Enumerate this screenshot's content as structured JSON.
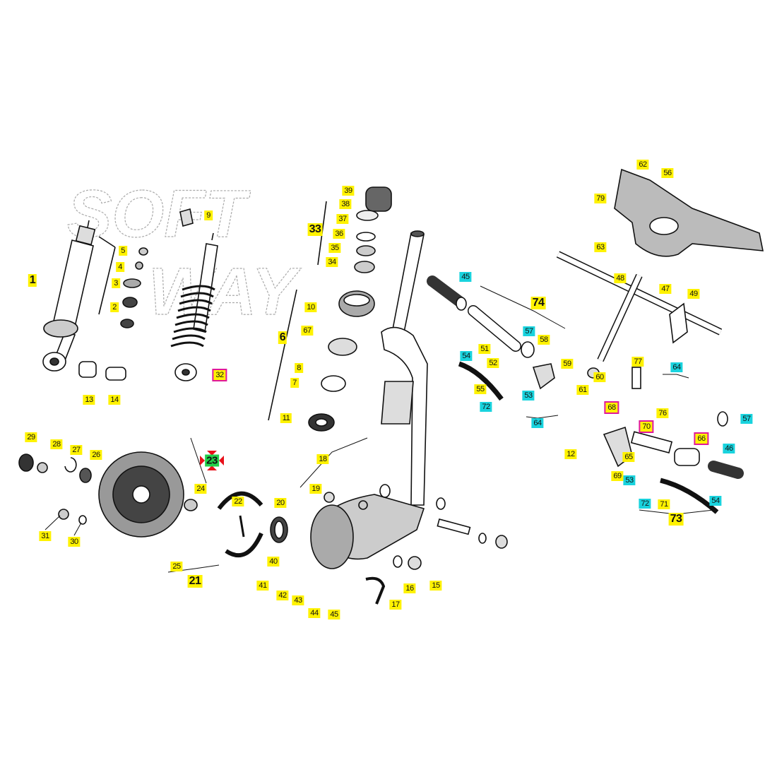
{
  "watermark": {
    "line1": "SOFT",
    "line2": "WAY"
  },
  "labels": {
    "l1": "1",
    "l2": "2",
    "l3": "3",
    "l4": "4",
    "l5": "5",
    "l6": "6",
    "l7": "7",
    "l8": "8",
    "l9": "9",
    "l10": "10",
    "l11": "11",
    "l12": "12",
    "l13": "13",
    "l14": "14",
    "l15": "15",
    "l16": "16",
    "l17": "17",
    "l18": "18",
    "l19": "19",
    "l20": "20",
    "l21": "21",
    "l22": "22",
    "l23": "23",
    "l24": "24",
    "l25": "25",
    "l26": "26",
    "l27": "27",
    "l28": "28",
    "l29": "29",
    "l30": "30",
    "l31": "31",
    "l32": "32",
    "l33": "33",
    "l34": "34",
    "l35": "35",
    "l36": "36",
    "l37": "37",
    "l38": "38",
    "l39": "39",
    "l40": "40",
    "l41": "41",
    "l42": "42",
    "l43": "43",
    "l44": "44",
    "l45": "45",
    "l45b": "45",
    "l46": "46",
    "l47": "47",
    "l48": "48",
    "l49": "49",
    "l51": "51",
    "l52": "52",
    "l53a": "53",
    "l53b": "53",
    "l54a": "54",
    "l54b": "54",
    "l55": "55",
    "l56": "56",
    "l57a": "57",
    "l57b": "57",
    "l58": "58",
    "l59": "59",
    "l60": "60",
    "l61": "61",
    "l62": "62",
    "l63": "63",
    "l64a": "64",
    "l64b": "64",
    "l65": "65",
    "l66": "66",
    "l67": "67",
    "l68": "68",
    "l69": "69",
    "l70": "70",
    "l71": "71",
    "l72a": "72",
    "l72b": "72",
    "l73": "73",
    "l74": "74",
    "l76": "76",
    "l77": "77",
    "l79": "79"
  },
  "colors": {
    "label_yellow": "#fff200",
    "label_cyan": "#19d3de",
    "highlight_pink": "#e0189a",
    "selected_green": "#22d04a",
    "marker_red": "#e8101a"
  }
}
